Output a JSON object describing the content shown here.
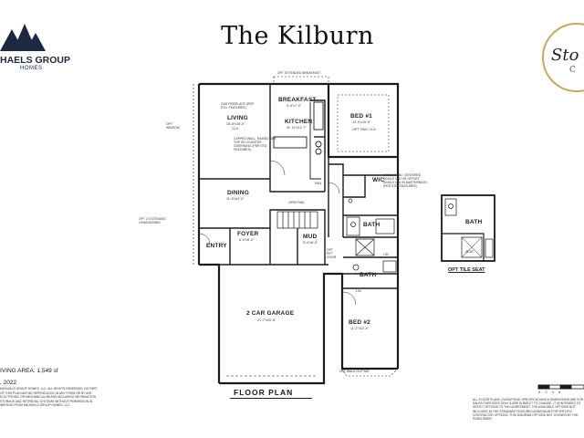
{
  "plan": {
    "title": "The Kilburn",
    "label": "FLOOR PLAN",
    "alt_label": "OPT TILE SEAT",
    "living_area": "IVING AREA: 1,549 sf",
    "date": ", 2022"
  },
  "branding": {
    "left_logo": "HAELS GROUP",
    "left_logo_sub": "HOMES",
    "right_logo_text": "Sto",
    "right_logo_sub": "C"
  },
  "rooms": {
    "breakfast": "BREAKFAST",
    "breakfast_dim": "9'-4\"x7'-0\"",
    "living": "LIVING",
    "living_dim": "15'-8\"x18'-0\"",
    "kitchen": "KITCHEN",
    "kitchen_dim": "11'-10\"x12'-7\"",
    "dining": "DINING",
    "dining_dim": "11'-8\"x11'-0\"",
    "bed1": "BED #1",
    "bed1_dim": "13'-0\"x15'-0\"",
    "bed2": "BED #2",
    "bed2_dim": "11'-2\"x12'-4\"",
    "foyer": "FOYER",
    "foyer_dim": "6'-0\"x6'-0\"",
    "entry": "ENTRY",
    "mud": "MUD",
    "mud_dim": "5'-4\"x6'-0\"",
    "wic": "WIC",
    "bath_master": "BATH",
    "bath_hall": "BATH",
    "bath_alt": "BATH",
    "garage": "2 CAR GARAGE",
    "garage_dim": "21'-7\"x20'-8\"",
    "pan": "PAN",
    "lin": "LIN",
    "lin2": "LIN",
    "seat": "SEAT"
  },
  "notes": {
    "opt_breakfast": "OPT EXTENDED BREAKFAST",
    "gas_fireplace": "GAS FIREPLACE (PER STD. FEATURES)",
    "capped_wall": "CAPPED WALL, RAISED BAR TOP OR COUNTER OVERHANG (PER STD. FEATURES)",
    "opt_window": "OPT WINDOW",
    "opt_extended_living": "OPT 2' EXTENDED LIVING/DINING",
    "open_rail": "OPEN RAIL",
    "double_lav": "DOUBLE LAV, CENTERED SINGLE LAV OR OFFSET SINGLE LAV IN MASTERBATH (PER STD. FEATURES)",
    "opt_tray_clg": "OPT TRAY CLG",
    "opt_pet_door": "OPT PET DOOR",
    "opt_walkout": "OPT WALK-OUT BAY",
    "clg": "CLG"
  },
  "legal": {
    "copyright": "MICHAELS GROUP HOMES, LLC. ALL RIGHTS RESERVED. NO PART OF THIS PLAN MAY BE REPRODUCED IN ANY FORM OR BY ANY ELECTRONIC OR MECHANICAL MEANS INCLUDING INFORMATION STORAGE AND RETRIEVAL SYSTEMS WITHOUT PERMISSION IN WRITING FROM MICHAELS GROUP HOMES, LLC.",
    "disclaimer": "ALL FLOOR PLANS, ELEVATIONS, SPECIFICATIONS & DIMENSIONS ARE FOR SALES PURPOSES ONLY & ARE SUBJECT TO CHANGE. IT IS INTENDED TO DEPICT OPTIONS TO THIS AGREEMENT. THE AVAILABLE OPTIONS NOT INCLUDED IN THE STANDARD FEATURES ADDENDUM FOR SPECIFIC CONTRACTED OPTIONS. THIS DIAGRAM OPTIONS NOT CHOSEN BY THE PURCHASER.",
    "scale_marks": "0  2  4  8"
  },
  "colors": {
    "ink": "#1a1a1a",
    "brand_navy": "#1c2940",
    "gold": "#c8a95c"
  }
}
